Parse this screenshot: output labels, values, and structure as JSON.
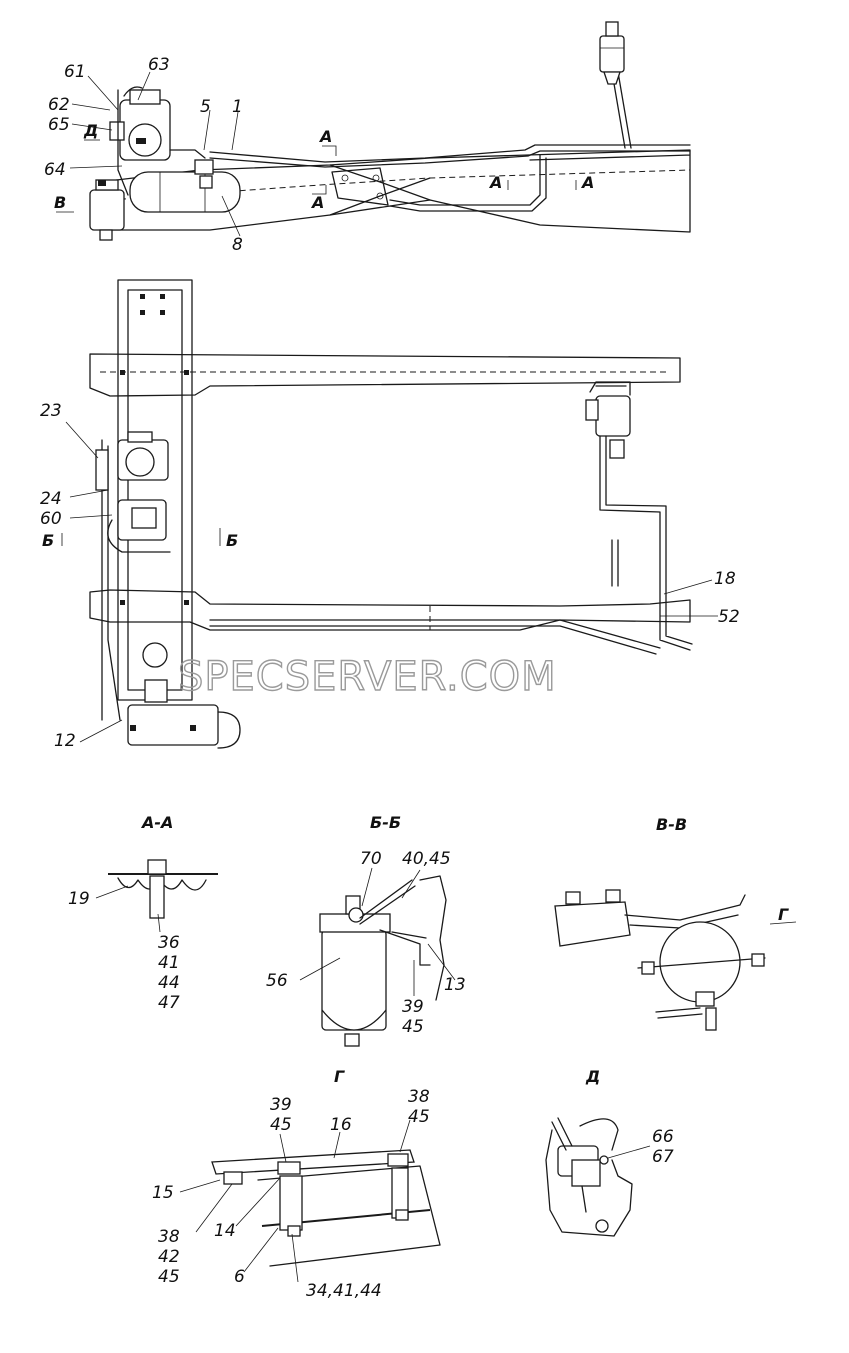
{
  "watermark": "SPECSERVER.COM",
  "sections": {
    "aa": "А-А",
    "bb": "Б-Б",
    "vv": "В-В",
    "g": "Г",
    "d": "Д"
  },
  "markers": {
    "a_top": "А",
    "a_bottom": "А",
    "a_right1": "А",
    "a_right2": "А",
    "d_top": "Д",
    "v_left": "В",
    "b_left": "Б",
    "b_right": "Б",
    "g_arrow": "Г"
  },
  "labels": {
    "l61": "61",
    "l63": "63",
    "l62": "62",
    "l65": "65",
    "l64": "64",
    "l5": "5",
    "l1": "1",
    "l8": "8",
    "l23": "23",
    "l24": "24",
    "l60": "60",
    "l12": "12",
    "l18": "18",
    "l52": "52",
    "l19": "19",
    "l36": "36",
    "l41": "41",
    "l44": "44",
    "l47": "47",
    "l70": "70",
    "l4045": "40,45",
    "l56": "56",
    "l13": "13",
    "l39": "39",
    "l45": "45",
    "g39": "39",
    "g45a": "45",
    "g16": "16",
    "g38a": "38",
    "g45b": "45",
    "g15": "15",
    "g14": "14",
    "g38b": "38",
    "g42": "42",
    "g45c": "45",
    "g6": "6",
    "g344144": "34,41,44",
    "l66": "66",
    "l67": "67"
  }
}
